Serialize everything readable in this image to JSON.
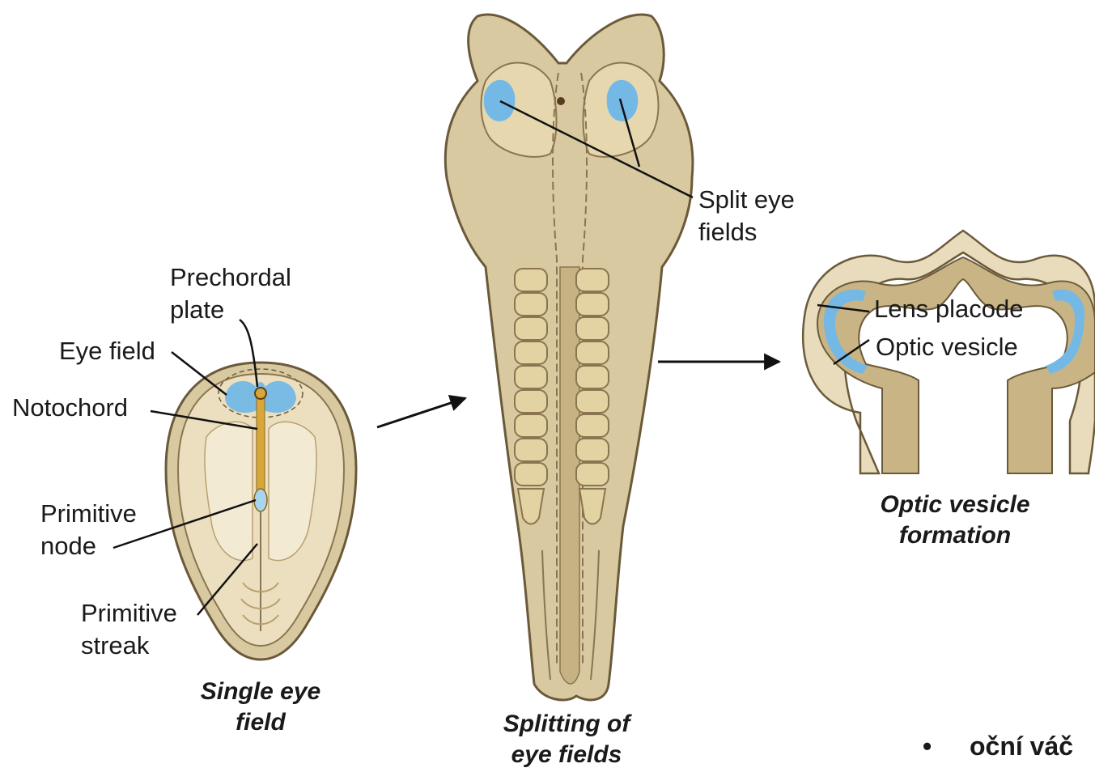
{
  "panels": {
    "single": {
      "caption_line1": "Single eye",
      "caption_line2": "field",
      "labels": {
        "prechordal_line1": "Prechordal",
        "prechordal_line2": "plate",
        "eye_field": "Eye field",
        "notochord": "Notochord",
        "primitive_node_line1": "Primitive",
        "primitive_node_line2": "node",
        "primitive_streak_line1": "Primitive",
        "primitive_streak_line2": "streak"
      }
    },
    "splitting": {
      "caption_line1": "Splitting of",
      "caption_line2": "eye fields",
      "labels": {
        "split_line1": "Split eye",
        "split_line2": "fields"
      }
    },
    "optic": {
      "caption_line1": "Optic vesicle",
      "caption_line2": "formation",
      "labels": {
        "lens_placode": "Lens placode",
        "optic_vesicle": "Optic vesicle"
      }
    }
  },
  "bullet": {
    "symbol": "•",
    "text": "oční váč"
  },
  "colors": {
    "tissue_fill": "#d9c9a0",
    "tissue_dark": "#b89d5e",
    "outline": "#6b5a3a",
    "eye_field_blue": "#74b8e6",
    "notochord": "#d9a63a"
  }
}
